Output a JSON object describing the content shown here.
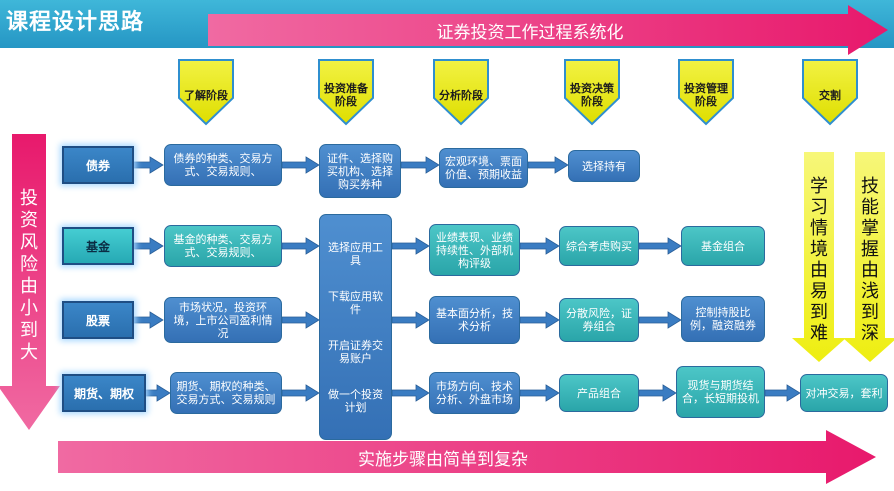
{
  "title": "课程设计思路",
  "top_arrow": "证券投资工作过程系统化",
  "left_arrow": "投资风险由小到大",
  "bottom_arrow": "实施步骤由简单到复杂",
  "right_arrow_1": "学习情境由易到难",
  "right_arrow_2": "技能掌握由浅到深",
  "stages": [
    "了解阶段",
    "投资准备阶段",
    "分析阶段",
    "投资决策阶段",
    "投资管理阶段",
    "交割"
  ],
  "categories": [
    "债券",
    "基金",
    "股票",
    "期货、期权"
  ],
  "understand": [
    "债券的种类、交易方式、交易规则、",
    "基金的种类、交易方式、交易规则、",
    "市场状况，投资环境，上市公司盈利情况",
    "期货、期权的种类、交易方式、交易规则"
  ],
  "prep_bond": "证件、选择购买机构、选择购买券种",
  "prep_shared": [
    "选择应用工具",
    "下载应用软件",
    "开启证券交易账户",
    "做一个投资计划"
  ],
  "analysis": [
    "宏观环境、票面价值、预期收益",
    "业绩表现、业绩持续性、外部机构评级",
    "基本面分析，技术分析",
    "市场方向、技术分析、外盘市场"
  ],
  "decision": [
    "选择持有",
    "综合考虑购买",
    "分散风险，证券组合",
    "产品组合"
  ],
  "management": [
    "基金组合",
    "控制持股比例，融资融券",
    "现货与期货结合，长短期投机"
  ],
  "delivery": "对冲交易，套利",
  "colors": {
    "magenta": "#e8196c",
    "yellow": "#f5f51e",
    "header": "#2596c4"
  }
}
